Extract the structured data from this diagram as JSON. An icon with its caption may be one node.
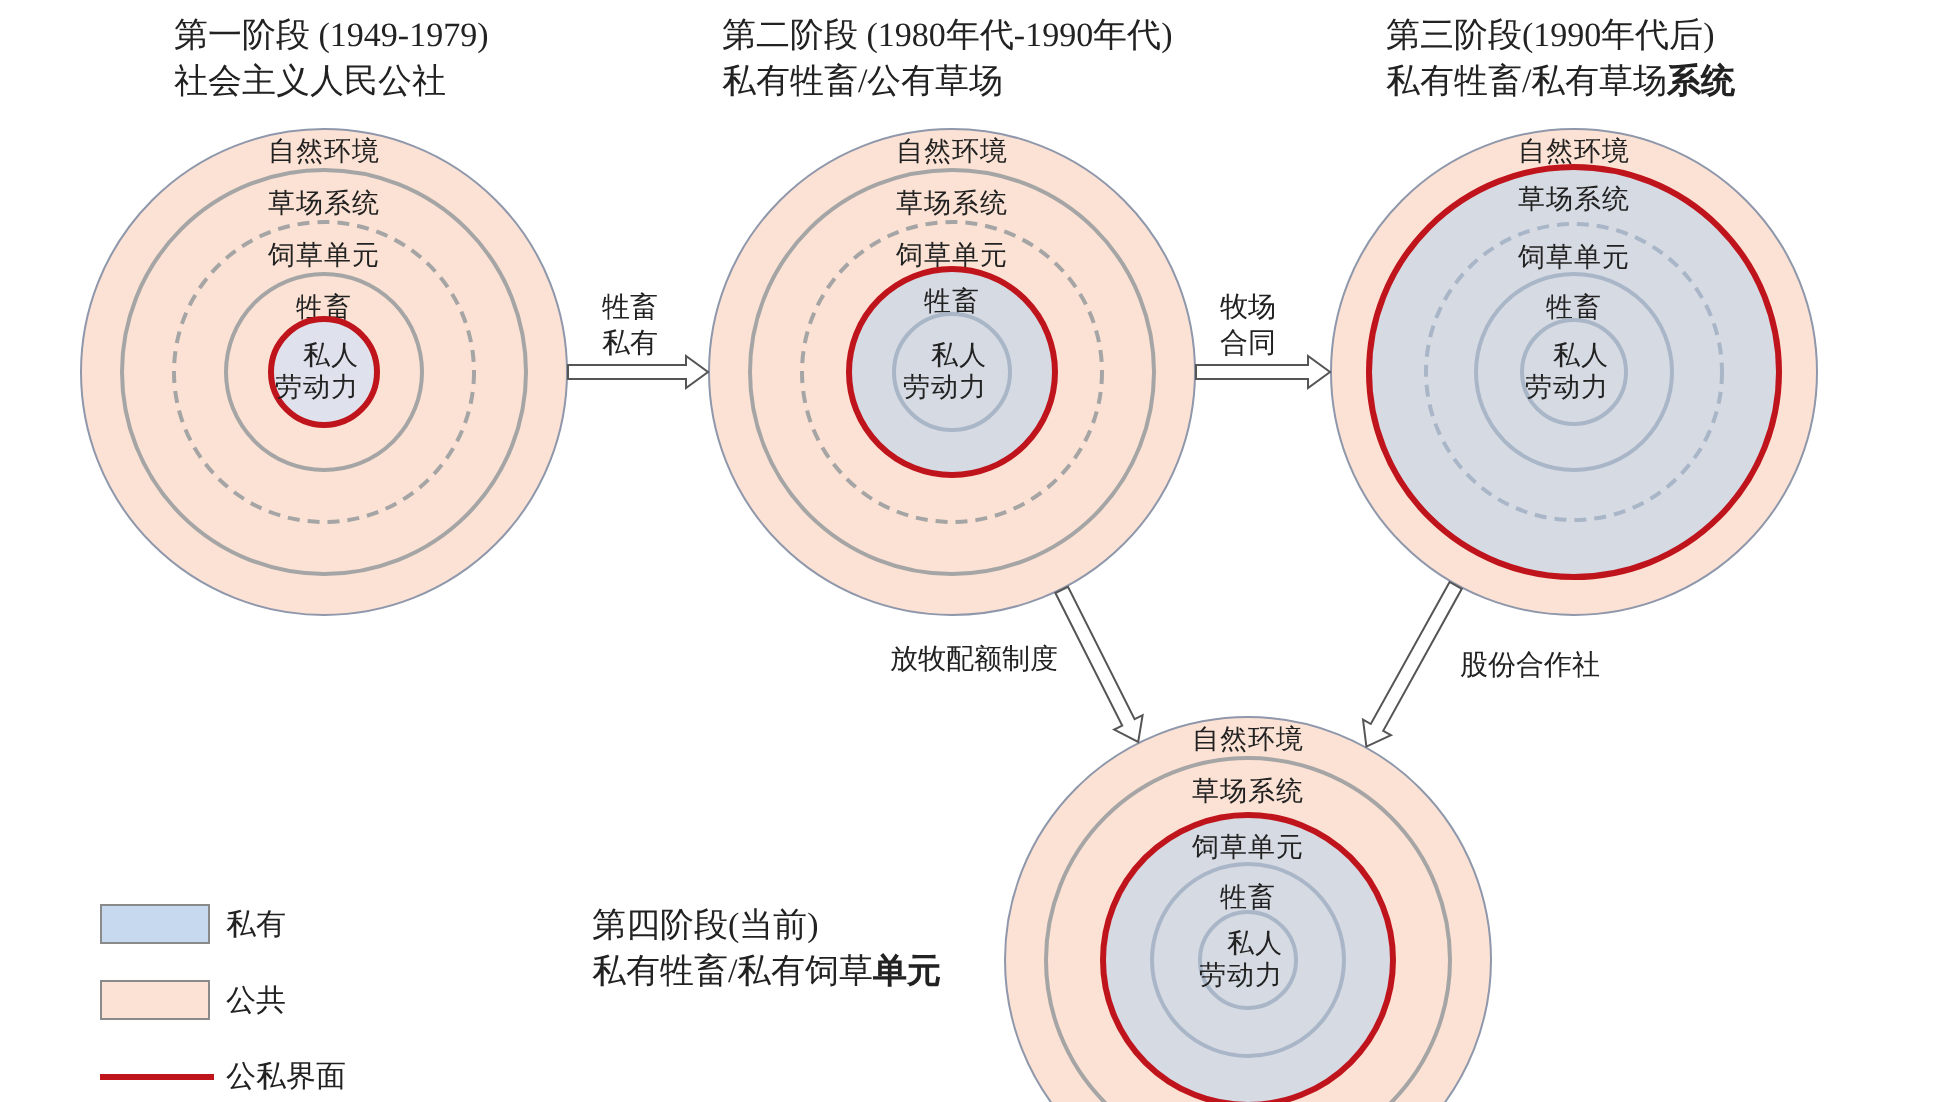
{
  "diagram": {
    "nodes": [
      {
        "text": [
          "自然环境"
        ],
        "beside": [
          "第一阶段 (1949-1979)",
          "社会主义人民公社"
        ]
      },
      {
        "text": [
          "草场系统"
        ],
        "in": 0
      },
      {
        "text": [
          "饲草单元"
        ],
        "in": 1
      },
      {
        "text": [
          "牲畜"
        ],
        "in": 2
      },
      {
        "text": [
          "私人劳动力"
        ],
        "in": 3
      },
      {
        "text": [
          "自然环境"
        ],
        "beside": [
          "第二阶段 (1980年代-1990年代)",
          "私有牲畜/公有草场"
        ]
      },
      {
        "text": [
          "草场系统"
        ],
        "in": 5
      },
      {
        "text": [
          "饲草单元"
        ],
        "in": 6
      },
      {
        "text": [
          "牲畜"
        ],
        "in": 7
      },
      {
        "text": [
          "私人劳动力"
        ],
        "in": 8
      },
      {
        "text": [
          "自然环境"
        ],
        "beside": [
          "第三阶段(1990年代后)",
          "私有牲畜/私有草场**系统**"
        ]
      },
      {
        "text": [
          "草场系统"
        ],
        "in": 10
      },
      {
        "text": [
          "饲草单元"
        ],
        "in": 11
      },
      {
        "text": [
          "牲畜"
        ],
        "in": 12
      },
      {
        "text": [
          "私人劳动力"
        ],
        "in": 13
      },
      {
        "text": [
          "自然环境"
        ],
        "beside": [
          "第四阶段(当前)",
          "私有牲畜/私有饲草**单元**"
        ]
      },
      {
        "text": [
          "草场系统"
        ],
        "in": 15
      },
      {
        "text": [
          "饲草单元"
        ],
        "in": 16
      },
      {
        "text": [
          "牲畜"
        ],
        "in": 17
      },
      {
        "text": [
          "私人劳动力"
        ],
        "in": 18
      }
    ],
    "edges": [
      {
        "from": 0,
        "to": 5,
        "arrow": "to",
        "label": "牲畜私有"
      },
      {
        "from": 5,
        "to": 10,
        "arrow": "to",
        "label": "牧场合同"
      },
      {
        "from": 5,
        "to": 15,
        "arrow": "to",
        "label": "放牧配额制度"
      },
      {
        "from": 10,
        "to": 15,
        "arrow": "to",
        "label": "股份合作社"
      }
    ],
    "legend": [
      {
        "text": "私有",
        "color": "#c6d9ee"
      },
      {
        "text": "公共",
        "color": "#fbe2d4"
      },
      {
        "text": "公私界面"
      }
    ]
  }
}
